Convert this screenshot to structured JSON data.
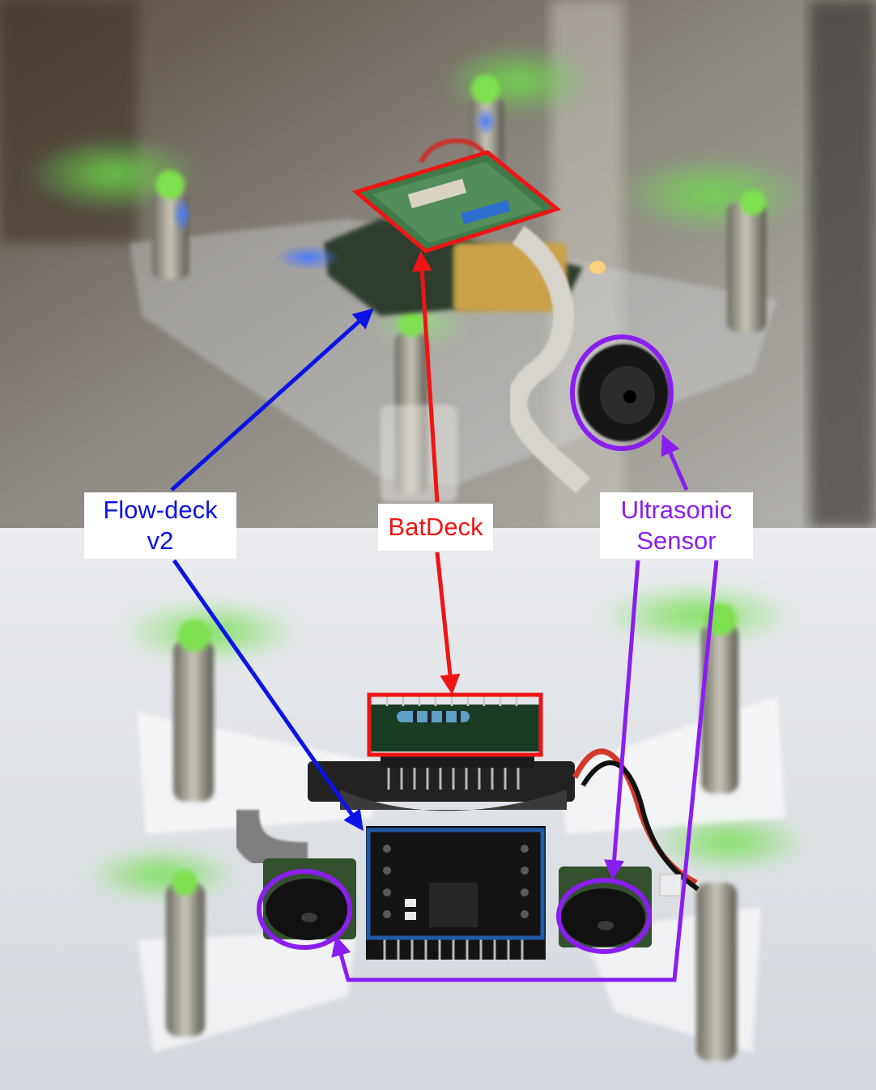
{
  "labels": {
    "flow_deck": {
      "line1": "Flow-deck",
      "line2": "v2"
    },
    "bat_deck": {
      "line1": "BatDeck"
    },
    "ultrasonic": {
      "line1": "Ultrasonic",
      "line2": "Sensor"
    }
  },
  "colors": {
    "flow_deck": "#0a14e6",
    "bat_deck": "#f01414",
    "ultrasonic": "#8a1ef0",
    "flow_deck_box": "#1f5aa8"
  }
}
